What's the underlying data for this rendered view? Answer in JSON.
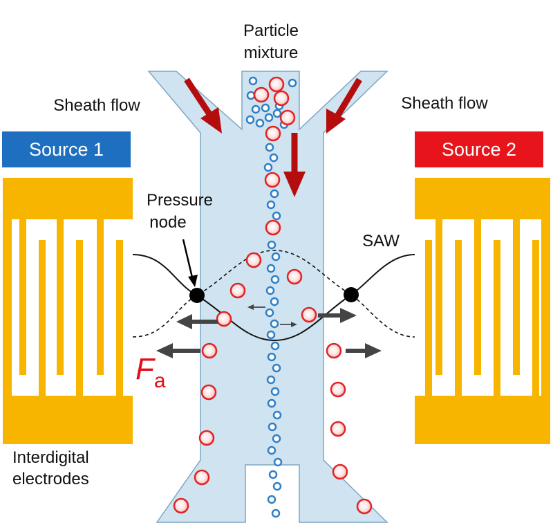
{
  "labels": {
    "particle_mixture_line1": "Particle",
    "particle_mixture_line2": "mixture",
    "sheath_flow_left": "Sheath flow",
    "sheath_flow_right": "Sheath flow",
    "pressure_node_line1": "Pressure",
    "pressure_node_line2": "node",
    "saw": "SAW",
    "interdigital_line1": "Interdigital",
    "interdigital_line2": "electrodes",
    "force_symbol": "F",
    "force_subscript": "a"
  },
  "sources": {
    "left": {
      "label": "Source 1",
      "color": "#1f6fc0"
    },
    "right": {
      "label": "Source 2",
      "color": "#e8141c"
    }
  },
  "colors": {
    "electrode": "#f7b500",
    "channel_fill": "#cfe3f0",
    "channel_stroke": "#7fa6c4",
    "flow_arrow": "#b50d0d",
    "force_arrow": "#444444",
    "large_particle": "#e02424",
    "small_particle": "#2e7fc8",
    "force_text": "#e0101a"
  }
}
